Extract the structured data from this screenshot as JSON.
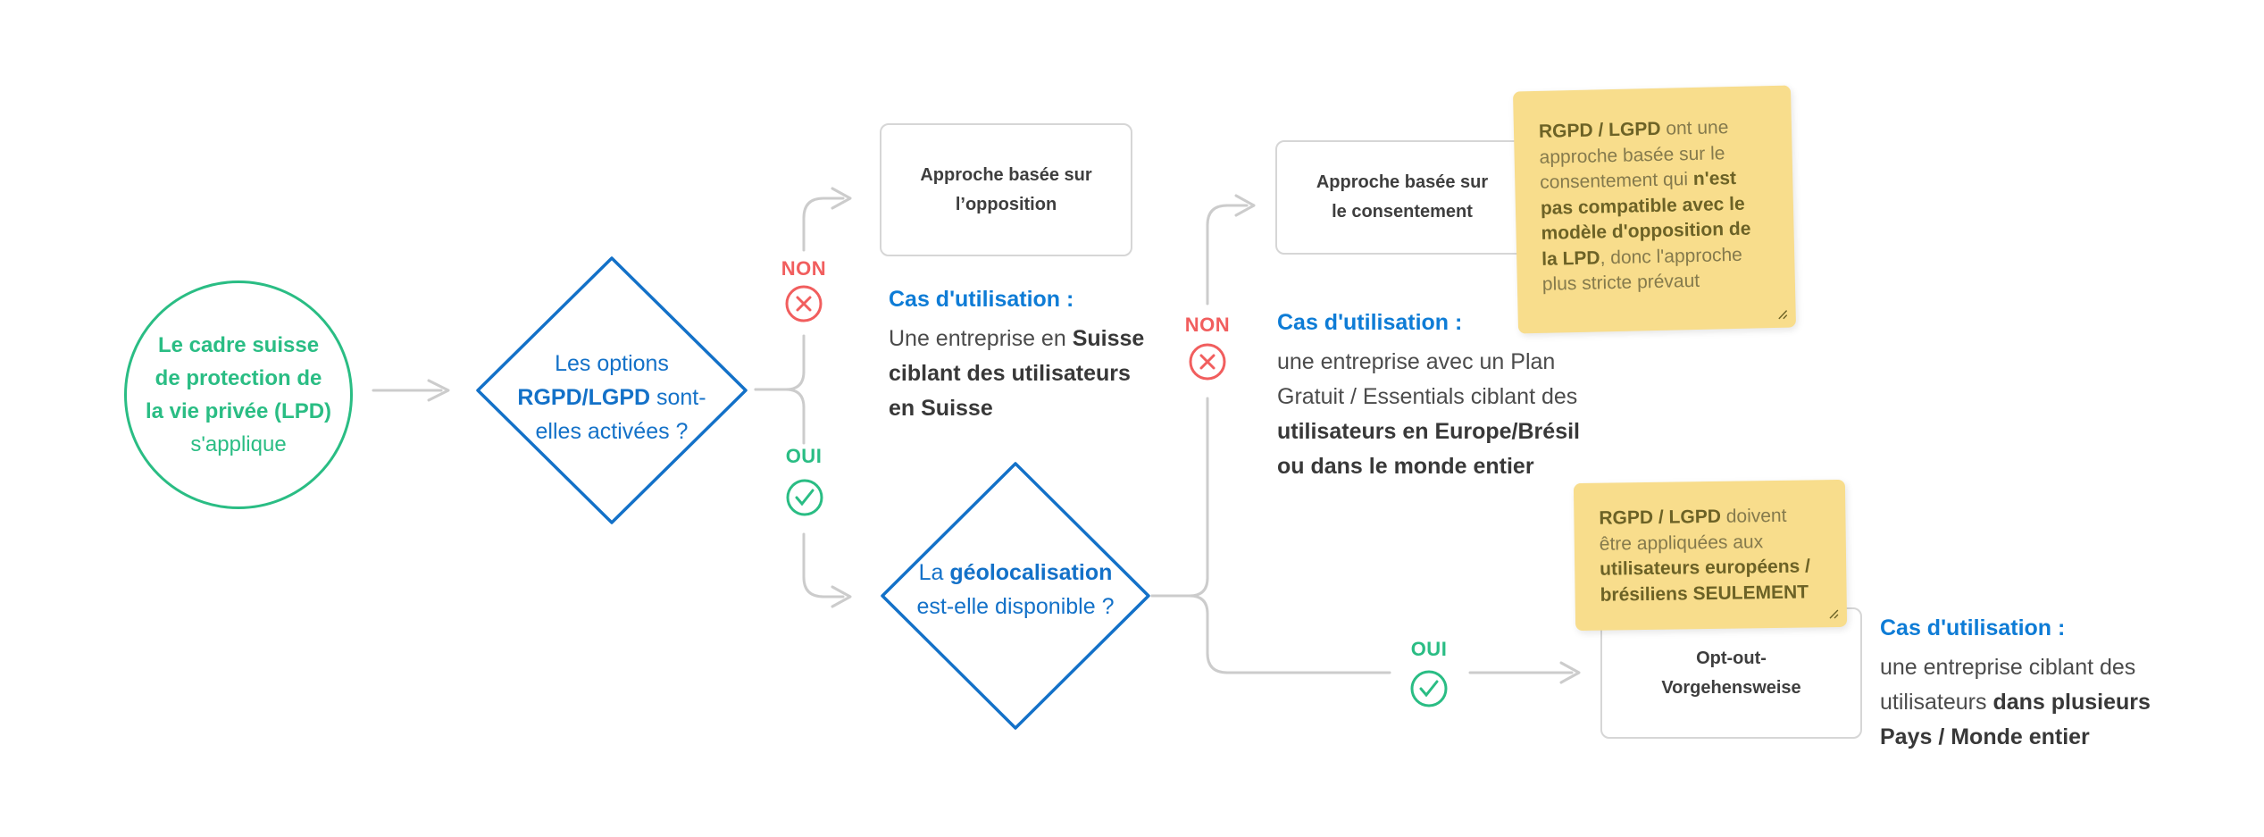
{
  "colors": {
    "green": "#2ABD84",
    "blue": "#1371C8",
    "label_blue": "#0E7CD6",
    "red": "#F15E5E",
    "line_gray": "#CCCCCC",
    "border_gray": "#D6D6D6",
    "text_dark": "#4B4B4B",
    "text_bold": "#383838",
    "box_text": "#3E3E3E",
    "note_bg": "#F8DD8C",
    "note_text": "#857A4C",
    "note_bold": "#6C6226",
    "diamond_fill": "#F5F9FC"
  },
  "start": {
    "bold": "Le cadre suisse de protection de la vie privée (LPD)",
    "regular": "s'applique"
  },
  "decision1": {
    "t1": "Les options ",
    "b1": "RGPD/LGPD",
    "t2": " sont-elles activées ?"
  },
  "decision2": {
    "t1": "La ",
    "b1": "géolocalisation",
    "t2": " est-elle disponible ?"
  },
  "labels": {
    "no1": "NON",
    "yes1": "OUI",
    "no2": "NON",
    "yes2": "OUI"
  },
  "boxes": {
    "opposition": "Approche basée sur l’opposition",
    "consent": "Approche basée sur le consentement",
    "optout": "Opt-out-Vorgehensweise"
  },
  "use_case_1": {
    "label": "Cas d'utilisation :",
    "t1": "Une entreprise en ",
    "b1": "Suisse ciblant des utilisateurs en Suisse"
  },
  "use_case_2": {
    "label": "Cas d'utilisation :",
    "t1": "une entreprise avec un Plan Gratuit / Essentials ciblant des ",
    "b1": "utilisateurs en Europe/Brésil ou dans le monde entier"
  },
  "use_case_3": {
    "label": "Cas d'utilisation :",
    "t1": "une entreprise ciblant des utilisateurs ",
    "b1": "dans plusieurs Pays / Monde entier"
  },
  "note_1": {
    "b1": "RGPD / LGPD",
    "t1": " ont une approche basée sur le consentement qui ",
    "b2": "n'est pas compatible avec le modèle d'opposition de la LPD",
    "t2": ", donc l'approche plus stricte prévaut"
  },
  "note_2": {
    "b1": "RGPD / LGPD",
    "t1": " doivent être appliquées aux ",
    "b2": "utilisateurs européens / brésiliens SEULEMENT"
  }
}
